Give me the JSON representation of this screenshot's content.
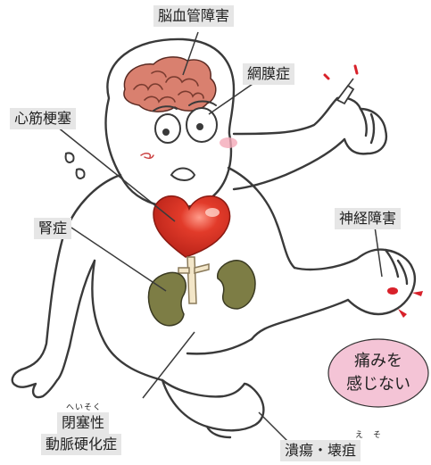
{
  "labels": {
    "brain": "脳血管障害",
    "retina": "網膜症",
    "heart": "心筋梗塞",
    "kidney": "腎症",
    "nerve": "神経障害",
    "artery_line1": "閉塞性",
    "artery_line2": "動脈硬化症",
    "artery_ruby": "へいそく",
    "ulcer": "潰瘍・壊疽",
    "ulcer_ruby": "え　そ"
  },
  "bubble": {
    "line1": "痛みを",
    "line2": "感じない"
  },
  "colors": {
    "label_bg": "#e6e6e6",
    "brain": "#d9806f",
    "heart": "#e23b2a",
    "kidney": "#7d7d45",
    "bubble": "#f4c4d6",
    "pain_marks": "#d8212a"
  }
}
